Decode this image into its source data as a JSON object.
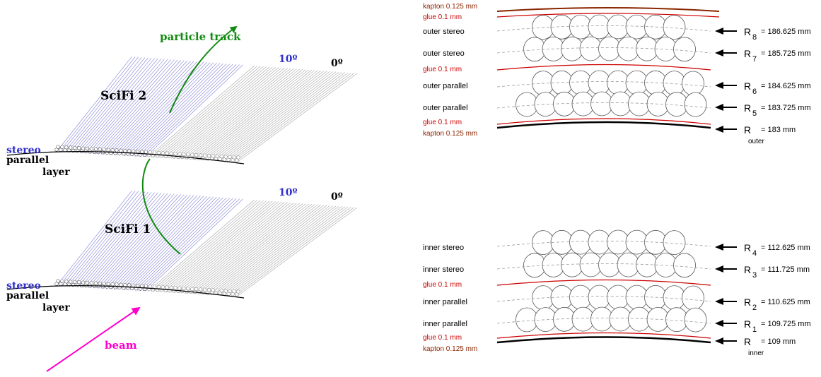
{
  "colors": {
    "stereo": "#2f2fd0",
    "fiber_blue": "#8f8fd8",
    "fiber_grey": "#b0b0b0",
    "green": "#118a11",
    "magenta": "#ff00cc",
    "glue": "#cc0000",
    "kapton": "#8b2500",
    "dashed": "#9a9a9a"
  },
  "left": {
    "particle_track": "particle track",
    "beam": "beam",
    "upper": {
      "title": "SciFi 2",
      "angle_stereo": "10º",
      "angle_parallel": "0º",
      "label_stereo": "stereo",
      "label_parallel": "parallel",
      "label_layer": "layer"
    },
    "lower": {
      "title": "SciFi 1",
      "angle_stereo": "10º",
      "angle_parallel": "0º",
      "label_stereo": "stereo",
      "label_parallel": "parallel",
      "label_layer": "layer"
    }
  },
  "outer": {
    "kapton_top": "kapton 0.125 mm",
    "glue_top": "glue   0.1 mm",
    "glue_mid": "glue   0.1 mm",
    "glue_bottom": "glue   0.1 mm",
    "kapton_bottom": "kapton 0.125 mm",
    "rows": [
      {
        "label": "outer stereo",
        "R": "R",
        "sub": "8",
        "value": "=  186.625 mm"
      },
      {
        "label": "outer stereo",
        "R": "R",
        "sub": "7",
        "value": "=  185.725 mm"
      },
      {
        "label": "outer parallel",
        "R": "R",
        "sub": "6",
        "value": "=  184.625 mm"
      },
      {
        "label": "outer parallel",
        "R": "R",
        "sub": "5",
        "value": "=  183.725 mm"
      }
    ],
    "radius": {
      "R": "R",
      "sub": "outer",
      "value": "=  183 mm"
    }
  },
  "inner": {
    "glue_mid": "glue   0.1 mm",
    "glue_bottom": "glue   0.1 mm",
    "kapton_bottom": "kapton 0.125 mm",
    "rows": [
      {
        "label": "inner stereo",
        "R": "R",
        "sub": "4",
        "value": "=  112.625 mm"
      },
      {
        "label": "inner stereo",
        "R": "R",
        "sub": "3",
        "value": "=  111.725 mm"
      },
      {
        "label": "inner parallel",
        "R": "R",
        "sub": "2",
        "value": "=  110.625 mm"
      },
      {
        "label": "inner parallel",
        "R": "R",
        "sub": "1",
        "value": "=  109.725 mm"
      }
    ],
    "radius": {
      "R": "R",
      "sub": "inner",
      "value": "=  109 mm"
    }
  }
}
